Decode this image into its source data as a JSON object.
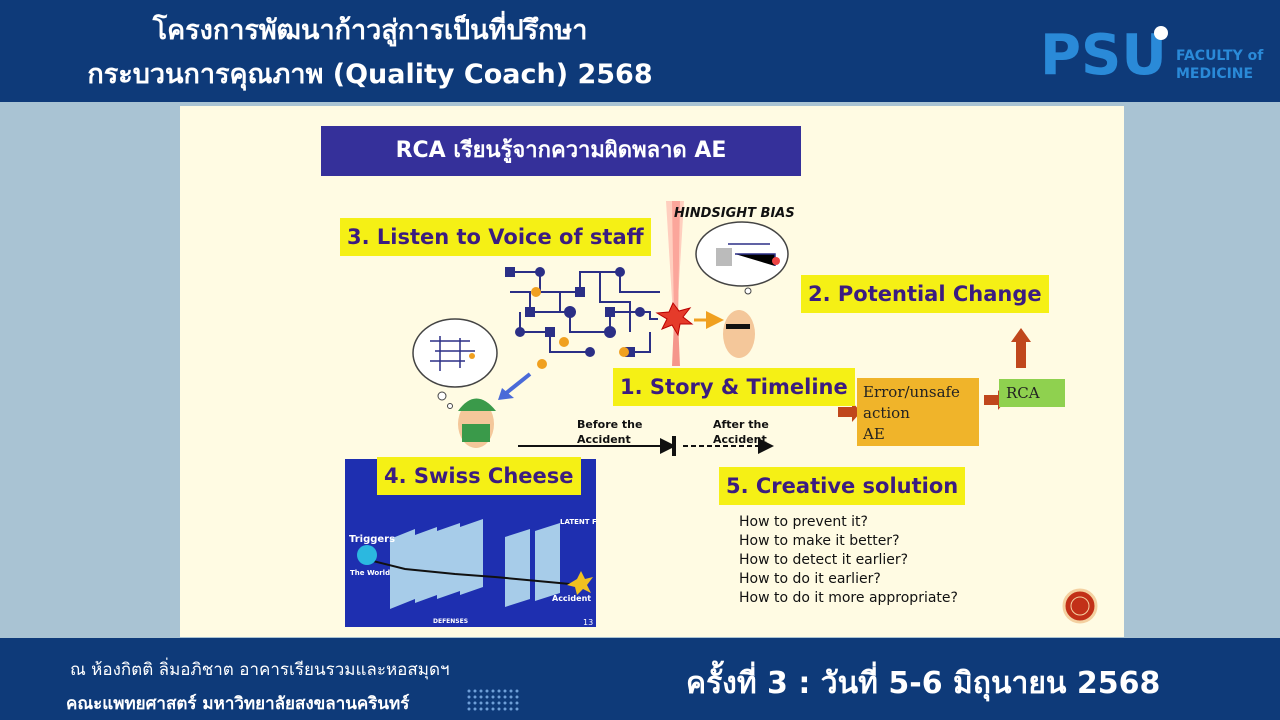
{
  "header": {
    "title_line1": "โครงการพัฒนาก้าวสู่การเป็นที่ปรึกษา",
    "title_line2": "กระบวนการคุณภาพ (Quality Coach) 2568",
    "logo_text": "PSU",
    "logo_sub1": "FACULTY of",
    "logo_sub2": "MEDICINE"
  },
  "slide": {
    "heading": "RCA เรียนรู้จากความผิดพลาด AE",
    "hindsight": "HINDSIGHT BIAS",
    "label_listen": "3. Listen to Voice of staff",
    "label_potential": "2. Potential Change",
    "label_story": "1. Story & Timeline",
    "label_swiss": "4. Swiss Cheese",
    "label_creative": "5. Creative solution",
    "before": "Before the Accident",
    "after": "After the Accident",
    "error_box": [
      "Error/unsafe",
      "action",
      "AE"
    ],
    "rca_box": "RCA",
    "questions": [
      "How to prevent it?",
      "How to make it better?",
      "How to detect it earlier?",
      "How to do it earlier?",
      "How to do it more appropriate?"
    ],
    "swiss": {
      "triggers": "Triggers",
      "world": "The World",
      "latent": "LATENT FAILURES",
      "accident": "Accident",
      "defenses": "DEFENSES",
      "page": "13"
    }
  },
  "footer": {
    "venue": "ณ  ห้องกิตติ ลิ่มอภิชาต อาคารเรียนรวมและหอสมุดฯ",
    "faculty": "คณะแพทยศาสตร์ มหาวิทยาลัยสงขลานครินทร์",
    "session": "ครั้งที่ 3 : วันที่ 5-6 มิถุนายน 2568"
  },
  "colors": {
    "navy": "#0e3a79",
    "slide_bg": "#fffbe3",
    "heading_bg": "#35309a",
    "yellow_label": "#f5f015",
    "orange_box": "#f0b42a",
    "green_box": "#8fd14f",
    "arrow": "#c0471c"
  }
}
